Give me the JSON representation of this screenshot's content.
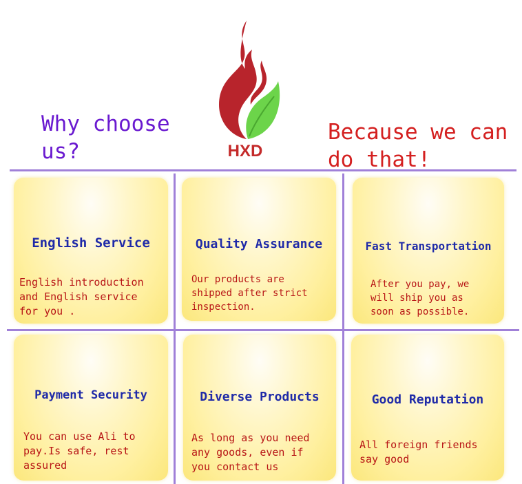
{
  "header": {
    "left_line1": "Why choose",
    "left_line2": "us?",
    "right_line1": "Because we can",
    "right_line2": "do that!",
    "logo_text": "HXD"
  },
  "colors": {
    "purple_text": "#6a1ad0",
    "red_text": "#d42020",
    "title_blue": "#1f2aa8",
    "desc_red": "#b81616",
    "divider": "#a080d8",
    "card_yellow": "#fff0a0",
    "flame_red": "#b8242c",
    "leaf_green": "#6cd44a"
  },
  "cards": [
    {
      "title": "English Service",
      "line1": "English introduction",
      "line2": "and English service",
      "line3": "for you ."
    },
    {
      "title": "Quality Assurance",
      "line1": "Our products are",
      "line2": "shipped after strict",
      "line3": "inspection."
    },
    {
      "title": "Fast Transportation",
      "line1": "After you pay, we",
      "line2": "will ship you as",
      "line3": "soon as possible."
    },
    {
      "title": "Payment Security",
      "line1": "You can use Ali to",
      "line2": "pay.Is safe, rest",
      "line3": "assured"
    },
    {
      "title": "Diverse Products",
      "line1": "As long as you need",
      "line2": "any goods, even if",
      "line3": "you contact us"
    },
    {
      "title": "Good Reputation",
      "line1": "All foreign friends",
      "line2": "say good",
      "line3": ""
    }
  ]
}
